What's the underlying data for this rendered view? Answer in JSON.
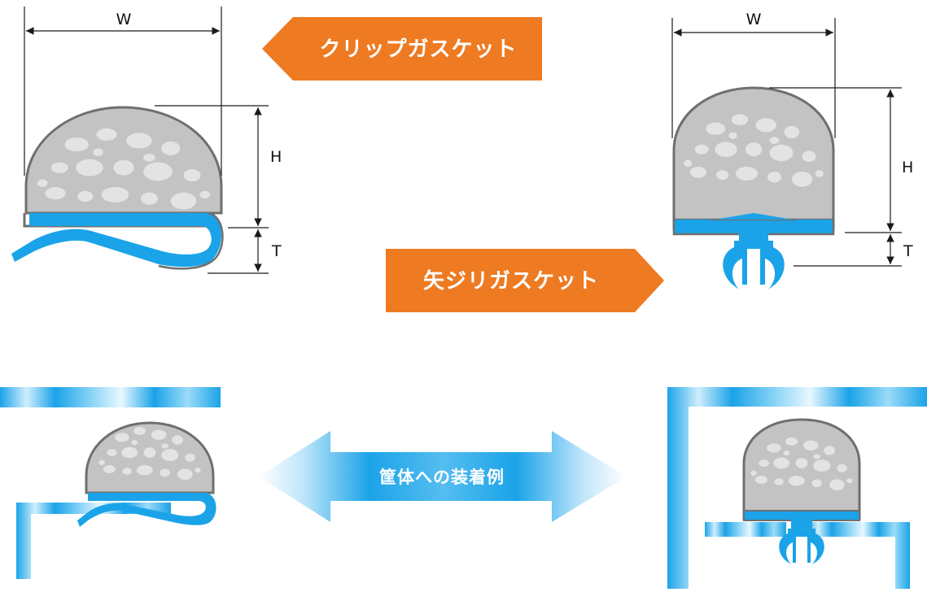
{
  "labels": {
    "clip_gasket": "クリップガスケット",
    "arrow_gasket": "矢ジリガスケット",
    "mounting_example": "筐体への装着例"
  },
  "dimensions": {
    "width": "W",
    "height": "H",
    "thickness": "T"
  },
  "colors": {
    "orange": "#ee7a22",
    "blue": "#1aa3e8",
    "foam_gray": "#c3c3c3",
    "foam_spot": "#e3e3e3",
    "outline": "#6f6f6f",
    "dimension_line": "#1a1a1a"
  }
}
